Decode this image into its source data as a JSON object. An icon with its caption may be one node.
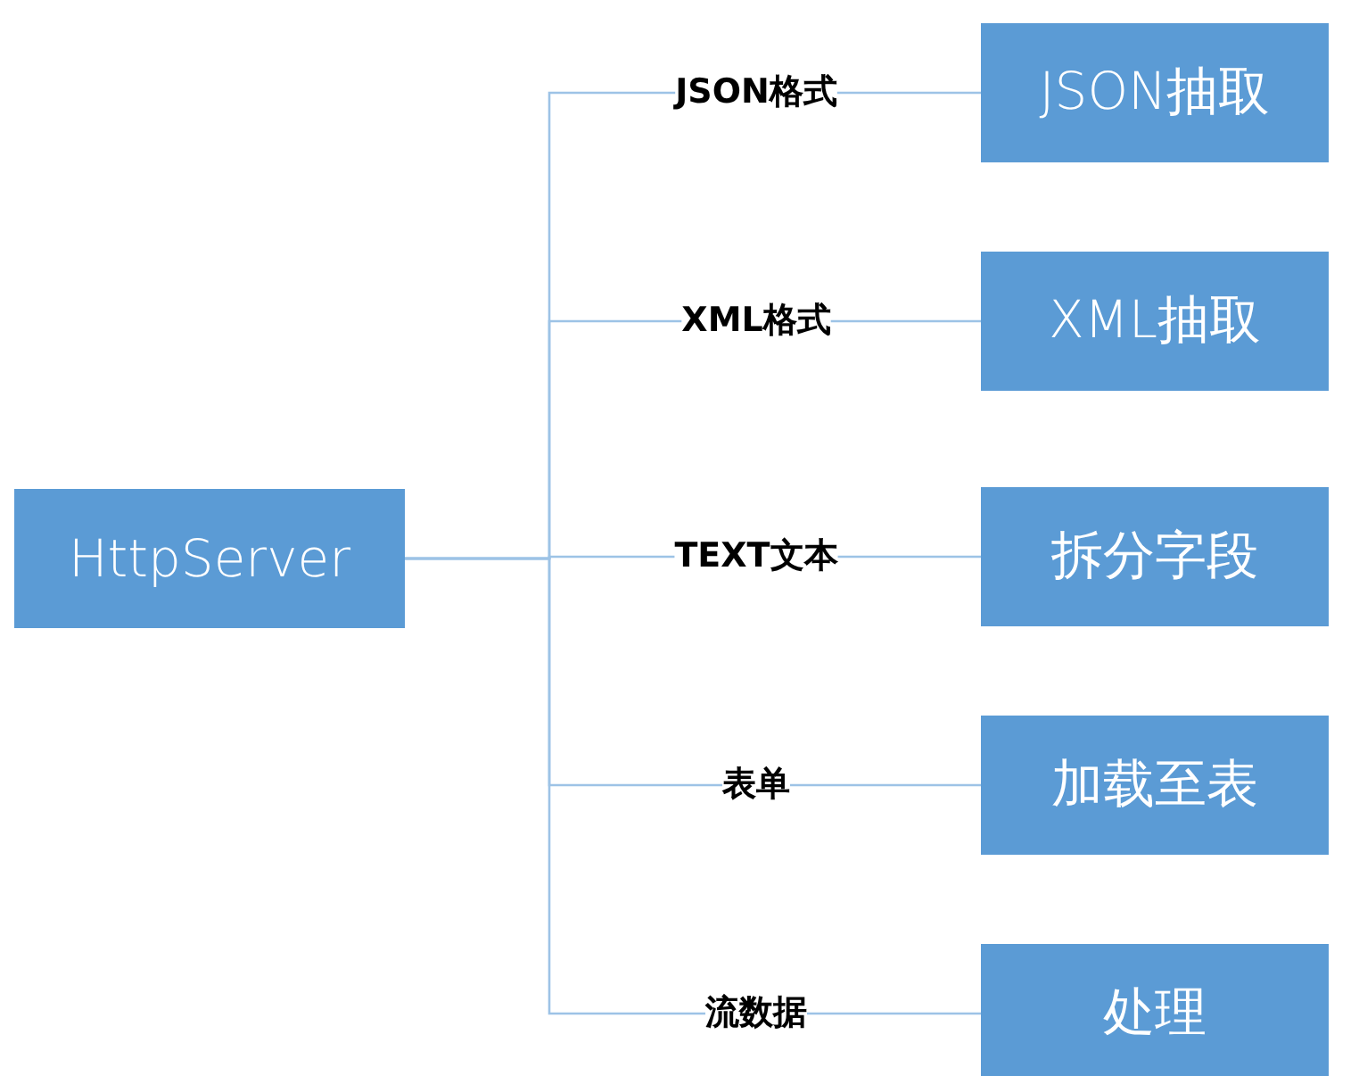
{
  "diagram": {
    "nodes": [
      {
        "text": [
          "HttpServer"
        ]
      },
      {
        "text": [
          "JSON格式"
        ]
      },
      {
        "text": [
          "XML格式"
        ]
      },
      {
        "text": [
          "TEXT文本"
        ]
      },
      {
        "text": [
          "表单"
        ]
      },
      {
        "text": [
          "流数据"
        ]
      },
      {
        "text": [
          "JSON抽取"
        ]
      },
      {
        "text": [
          "XML抽取"
        ]
      },
      {
        "text": [
          "拆分字段"
        ]
      },
      {
        "text": [
          "加载至表"
        ]
      },
      {
        "text": [
          "处理"
        ]
      }
    ],
    "edges": [
      {
        "from": 0,
        "to": 1,
        "arrow": "none"
      },
      {
        "from": 0,
        "to": 2,
        "arrow": "none"
      },
      {
        "from": 0,
        "to": 3,
        "arrow": "none"
      },
      {
        "from": 0,
        "to": 4,
        "arrow": "none"
      },
      {
        "from": 0,
        "to": 5,
        "arrow": "none"
      },
      {
        "from": 1,
        "to": 6,
        "arrow": "none"
      },
      {
        "from": 2,
        "to": 7,
        "arrow": "none"
      },
      {
        "from": 3,
        "to": 8,
        "arrow": "none"
      },
      {
        "from": 4,
        "to": 9,
        "arrow": "none"
      },
      {
        "from": 5,
        "to": 10,
        "arrow": "none"
      }
    ]
  }
}
